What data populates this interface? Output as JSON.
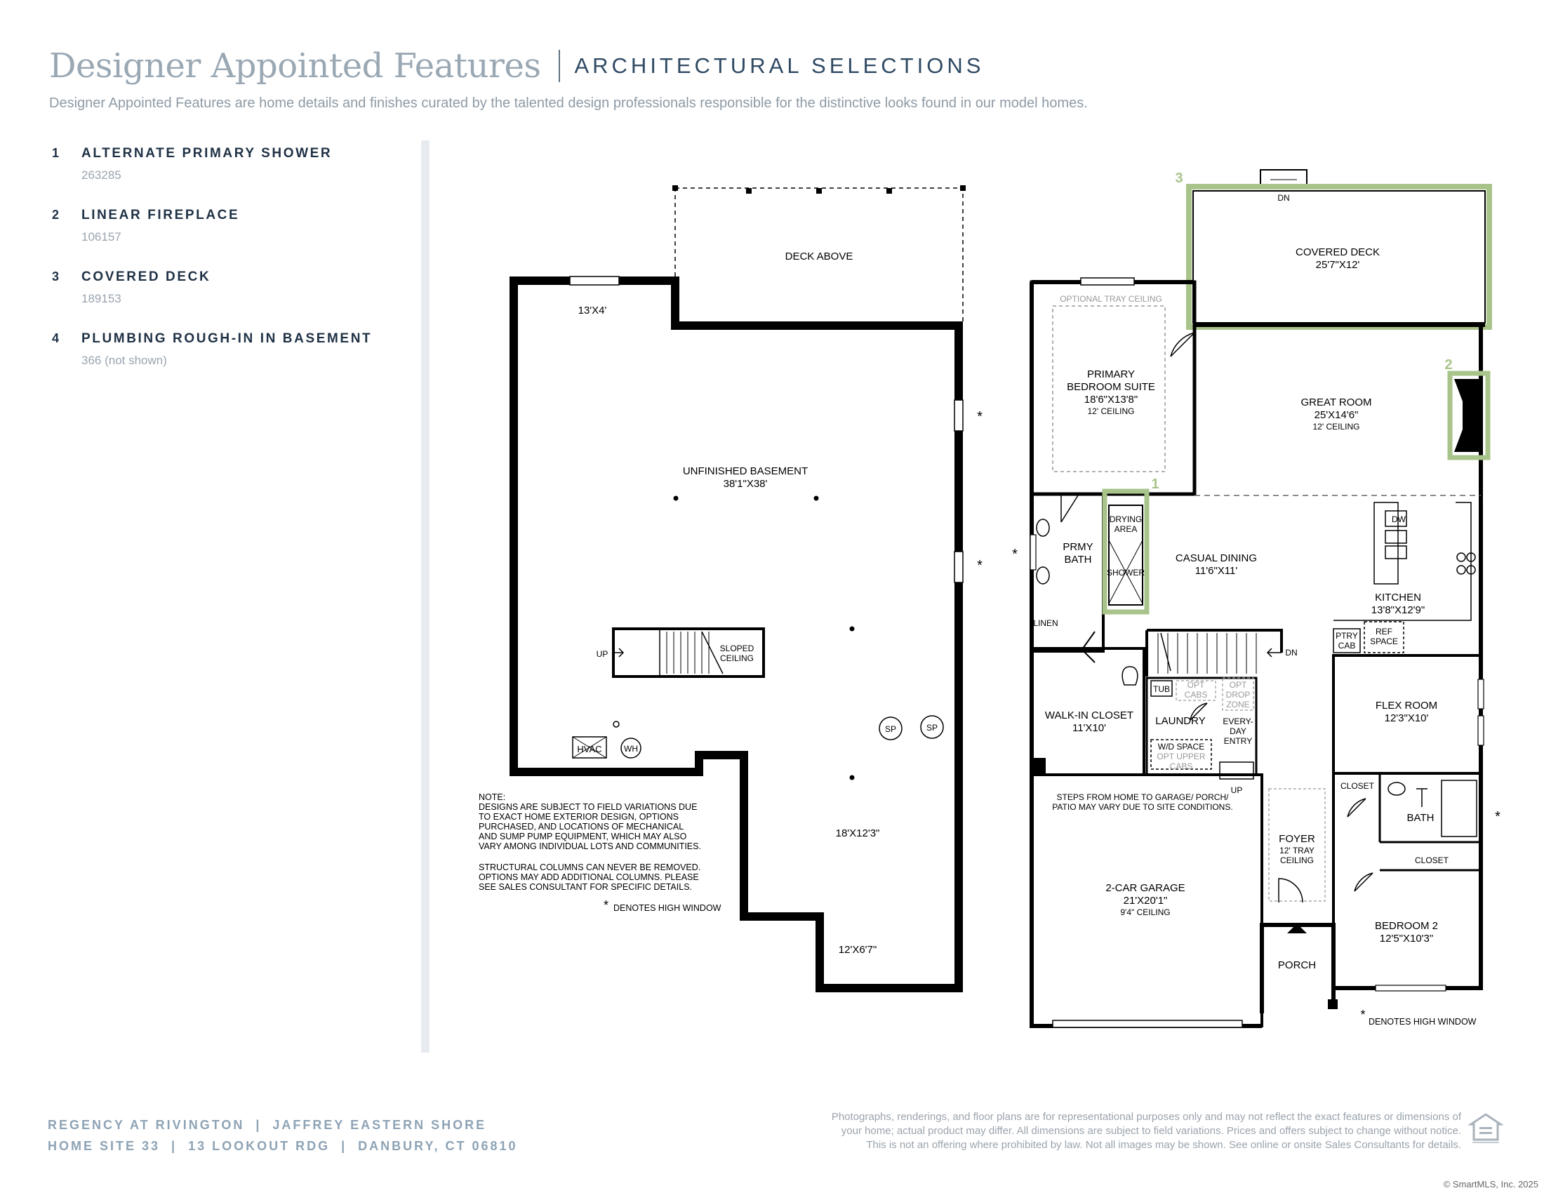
{
  "header": {
    "title": "Designer Appointed Features",
    "subtitle": "ARCHITECTURAL SELECTIONS",
    "intro": "Designer Appointed Features are home details and finishes curated by the talented design professionals responsible for the distinctive looks found in our model homes."
  },
  "features": [
    {
      "num": "1",
      "name": "ALTERNATE PRIMARY SHOWER",
      "code": "263285"
    },
    {
      "num": "2",
      "name": "LINEAR FIREPLACE",
      "code": "106157"
    },
    {
      "num": "3",
      "name": "COVERED DECK",
      "code": "189153"
    },
    {
      "num": "4",
      "name": "PLUMBING ROUGH-IN IN BASEMENT",
      "code": "366 (not shown)"
    }
  ],
  "basement": {
    "deck_above": "DECK ABOVE",
    "room_13x4": "13'X4'",
    "unfinished": "UNFINISHED BASEMENT",
    "unfinished_dim": "38'1\"X38'",
    "up": "UP",
    "sloped_1": "SLOPED",
    "sloped_2": "CEILING",
    "hvac": "HVAC",
    "wh": "WH",
    "sp": "SP",
    "dim_18x12": "18'X12'3\"",
    "dim_12x6": "12'X6'7\"",
    "star": "*",
    "note_lines": [
      "NOTE:",
      "DESIGNS ARE SUBJECT TO FIELD VARIATIONS DUE",
      "TO EXACT HOME EXTERIOR DESIGN, OPTIONS",
      "PURCHASED, AND LOCATIONS OF MECHANICAL",
      "AND SUMP PUMP EQUIPMENT, WHICH MAY ALSO",
      "VARY AMONG INDIVIDUAL LOTS AND COMMUNITIES.",
      "",
      "STRUCTURAL COLUMNS CAN NEVER BE REMOVED.",
      "OPTIONS MAY ADD ADDITIONAL COLUMNS. PLEASE",
      "SEE SALES CONSULTANT FOR SPECIFIC DETAILS."
    ],
    "high_window": "DENOTES HIGH WINDOW"
  },
  "main_floor": {
    "marker_1": "1",
    "marker_2": "2",
    "marker_3": "3",
    "dn": "DN",
    "covered_deck": "COVERED DECK",
    "covered_deck_dim": "25'7\"X12'",
    "optional_tray": "OPTIONAL TRAY CEILING",
    "primary_1": "PRIMARY",
    "primary_2": "BEDROOM SUITE",
    "primary_dim": "18'6\"X13'8\"",
    "primary_ceiling": "12' CEILING",
    "great_room": "GREAT ROOM",
    "great_room_dim": "25'X14'6\"",
    "great_room_ceiling": "12' CEILING",
    "drying_1": "DRYING",
    "drying_2": "AREA",
    "shower": "SHOWER",
    "prmy_1": "PRMY",
    "prmy_2": "BATH",
    "casual_dining": "CASUAL DINING",
    "casual_dining_dim": "11'6\"X11'",
    "dw": "DW",
    "kitchen": "KITCHEN",
    "kitchen_dim": "13'8\"X12'9\"",
    "ptry_1": "PTRY",
    "ptry_2": "CAB",
    "ref_1": "REF",
    "ref_2": "SPACE",
    "linen": "LINEN",
    "tub": "TUB",
    "opt_cabs_1": "OPT",
    "opt_cabs_2": "CABS",
    "opt_drop_1": "OPT",
    "opt_drop_2": "DROP",
    "opt_drop_3": "ZONE",
    "walk_in": "WALK-IN CLOSET",
    "walk_in_dim": "11'X10'",
    "laundry": "LAUNDRY",
    "everyday_1": "EVERY-",
    "everyday_2": "DAY",
    "everyday_3": "ENTRY",
    "wd_1": "W/D SPACE",
    "wd_2": "OPT UPPER",
    "wd_3": "CABS",
    "flex_room": "FLEX ROOM",
    "flex_room_dim": "12'3\"X10'",
    "up": "UP",
    "steps_1": "STEPS FROM HOME TO GARAGE/ PORCH/",
    "steps_2": "PATIO MAY VARY DUE TO SITE CONDITIONS.",
    "closet": "CLOSET",
    "bath": "BATH",
    "foyer": "FOYER",
    "foyer_c1": "12' TRAY",
    "foyer_c2": "CEILING",
    "garage": "2-CAR GARAGE",
    "garage_dim": "21'X20'1\"",
    "garage_ceiling": "9'4\" CEILING",
    "bedroom2": "BEDROOM 2",
    "bedroom2_dim": "12'5\"X10'3\"",
    "porch": "PORCH",
    "star": "*",
    "high_window": "DENOTES HIGH WINDOW"
  },
  "footer": {
    "line1": "REGENCY AT RIVINGTON  |  JAFFREY EASTERN SHORE",
    "line2": "HOME SITE 33  |  13 LOOKOUT RDG  |  DANBURY, CT 06810",
    "disclaimer_1": "Photographs, renderings, and floor plans are for representational purposes only and may not reflect the exact features or dimensions of",
    "disclaimer_2": "your home; actual product may differ. All dimensions are subject to field variations. Prices and offers subject to change without notice.",
    "disclaimer_3": "This is not an offering where prohibited by law. Not all images may be shown. See online or onsite Sales Consultants for details.",
    "copyright": "© SmartMLS, Inc. 2025"
  },
  "colors": {
    "highlight": "#a9c48a",
    "wall": "#000000",
    "title": "#9aa8b4",
    "navy": "#1f3145"
  }
}
